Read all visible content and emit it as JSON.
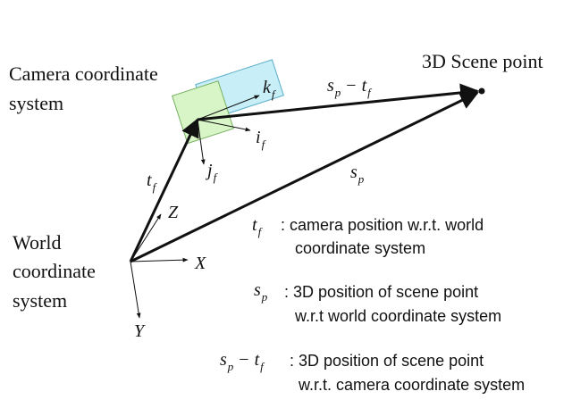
{
  "labels": {
    "camera_system_line1": "Camera coordinate",
    "camera_system_line2": "system",
    "scene_point": "3D Scene point",
    "world_line1": "World",
    "world_line2": "coordinate",
    "world_line3": "system"
  },
  "vectors": {
    "t": "t",
    "t_sub": "f",
    "s": "s",
    "s_sub": "p",
    "minus": "−"
  },
  "axes": {
    "world_z": "Z",
    "world_x": "X",
    "world_y": "Y",
    "cam_k": "k",
    "cam_i": "i",
    "cam_j": "j",
    "cam_sub": "f"
  },
  "legend": {
    "tf_line1": ":  camera position w.r.t. world",
    "tf_line2": "coordinate system",
    "sp_line1": ": 3D position of scene point",
    "sp_line2": "w.r.t world coordinate system",
    "sptf_line1": ": 3D position of scene point",
    "sptf_line2": "w.r.t. camera coordinate system"
  },
  "colors": {
    "camera_box_green": "#d8f5c8",
    "camera_box_blue": "#c8eef8",
    "line": "#111111"
  }
}
